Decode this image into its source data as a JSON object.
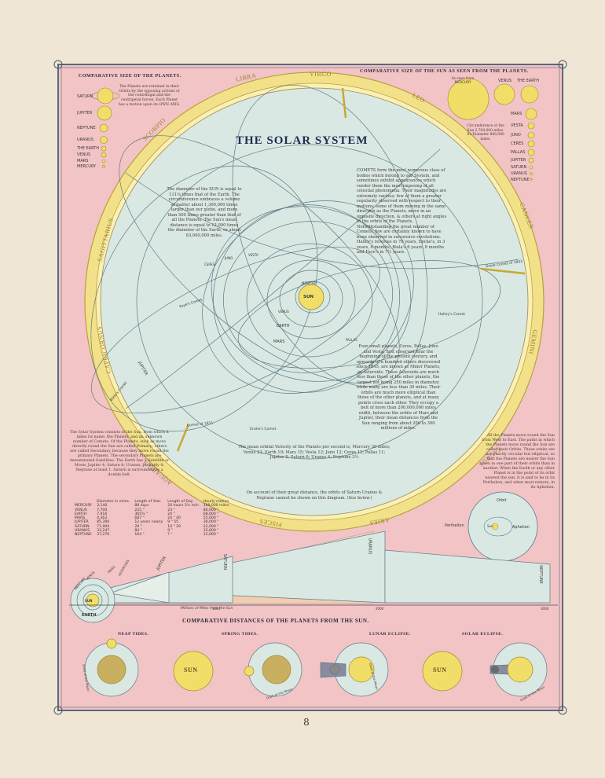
{
  "title": "THE SOLAR SYSTEM",
  "headers": {
    "size_of_planets": "COMPARATIVE SIZE OF THE PLANETS.",
    "size_of_sun": "COMPARATIVE SIZE OF THE SUN AS SEEN FROM THE PLANETS.",
    "distances": "COMPARATIVE DISTANCES OF THE PLANETS FROM THE SUN."
  },
  "planet_size_list": [
    "SATURN",
    "JUPITER",
    "NEPTUNE",
    "URANUS",
    "THE EARTH",
    "VENUS",
    "MARS",
    "MERCURY"
  ],
  "sun_size_labels": [
    "As seen from MERCURY",
    "VENUS",
    "THE EARTH",
    "MARS",
    "VESTA",
    "JUNO",
    "CERES",
    "PALLAS",
    "JUPITER",
    "SATURN",
    "URANUS",
    "NEPTUNE"
  ],
  "sun_size_note": "Circumference of the Sun 2,764,000 miles. Its Diameter 888,000 miles.",
  "planets_note": "The Planets are retained in their Orbits by the opposing actions of the centrifugal and the centripetal forces. Each Planet has a motion upon its OWN AXIS.",
  "zodiac": [
    "LIBRA",
    "VIRGO",
    "LEO",
    "CANCER",
    "GEMINI",
    "TAURUS",
    "ARIES",
    "PISCES",
    "AQUARIUS",
    "CAPRICORNUS",
    "SAGITTARIUS",
    "SCORPIO"
  ],
  "orbit_labels": {
    "sun": "SUN",
    "mercury": "MERCURY",
    "venus": "VENUS",
    "earth": "EARTH",
    "mars": "MARS",
    "vesta": "VESTA",
    "juno": "JUNO",
    "ceres": "CERES",
    "pallas": "PALLAS",
    "jupiter": "JUPITER",
    "fayes_comet": "Faye's Comet",
    "halleys_comet": "Halley's Comet",
    "enckes_comet": "Encke's Comet",
    "bielas_comet": "Biela's Comet",
    "great_comet": "Great Comet of 1843",
    "comet_1811": "Comet of 1811"
  },
  "sun_paragraph": "The diameter of the SUN is equal to 111⅛ times that of the Earth. The circumference embraces a volume of matter about 1,300,000 times larger than our globe, and more than 500 times greater than that of all the Planets. The Sun's mean distance is equal to 12,000 times the diameter of the Earth, or about 93,000,000 miles.",
  "comets_paragraph": "COMETS form the most numerous class of bodies which belong to our System, and sometimes exhibit appearances which render them the most imposing of all celestial phenomena. Their magnitudes are extremely various; few of them a greater regularity observed with respect to their motions; some of them moving in the same direction as the Planets, move in an opposite direction, & others at right angles to the orbits of the Planets. Notwithstanding the great number of Comets, few are certainly known to have been observed in successive revolutions. Halley's revolves in 76 years, Encke's, in 3 years, 4 months, Biela's 6 years, 8 months and Faye's in 7½ years.",
  "asteroids_paragraph": "Four small planets, Ceres, Pallas, Juno and Vesta, first observed near the beginning of the present century, and upwards of a hundred others discovered since 1845, are known as Minor Planets, or Asteroids. These Asteroids are much less than those of the other planets, the largest not being 250 miles in diameter, while many are less than 30 miles. Their orbits are much more elliptical than those of the other planets, and at many points cross each other. They occupy a belt of more than 200,000,000 miles width, between the orbits of Mars and Jupiter, their mean distances from the Sun ranging from about 200 to 300 millions of miles.",
  "velocity_paragraph": "The mean orbital Velocity of the Planets per second is, Mercury 30 miles; Venus 23, Earth 19; Mars 15; Vesta 12; Juno 12; Ceres 12; Pallas 11; Jupiter 8; Saturn 6; Uranus 4; Neptune 3½",
  "orbits_note": "On account of their great distance, the orbits of Saturn Uranus & Neptune cannot be shown on this diagram. (See below.)",
  "left_paragraph": "The Solar System consists of the Sun, from which it takes its name, the Planets, and an unknown number of Comets. Of the Planets, such as move directly round the Sun are called Primary; others are called Secondary, because they move round the primary Planets. The secondary Planets are denominated Satellites. The Earth has 1 Satellite or Moon; Jupiter 4; Saturn 8; Uranus, probably 8; Neptune at least 1. Saturn is surrounded by a double belt.",
  "right_paragraph": "All the Planets move round the Sun from West to East. The paths in which the Planets move round the Sun are called their Orbits. These orbits are not exactly circular but elliptical, so that the Planets are nearer the Sun when in one part of their orbits than in another. When the Earth or any other Planet is in the point of its orbit nearest the sun, it is said to be in its Perihelion, and when most remote, in its Aphelion.",
  "table": {
    "headers": [
      "",
      "Diameter in miles.",
      "Length of Year.",
      "Length of Day",
      "Hourly motion."
    ],
    "rows": [
      [
        "MERCURY",
        "3,140",
        "88 days",
        "24 hours 5½ m/n",
        "109,000 miles"
      ],
      [
        "VENUS",
        "7,700",
        "225 \"",
        "23 \"",
        "80,000 \""
      ],
      [
        "EARTH",
        "7,916",
        "365¼ \"",
        "24 \"",
        "68,000 \""
      ],
      [
        "MARS",
        "4,363",
        "687 \"",
        "24 \" 40",
        "55,000 \""
      ],
      [
        "JUPITER",
        "85,390",
        "12 years nearly",
        "9 \" 55",
        "30,000 \""
      ],
      [
        "SATURN",
        "71,904",
        "29 \"",
        "10 \" 29",
        "22,000 \""
      ],
      [
        "URANUS",
        "33,247",
        "84 \"",
        "9 \"",
        "15,000 \""
      ],
      [
        "NEPTUNE",
        "37,276",
        "164 \"",
        "? \"",
        "12,000 \""
      ]
    ]
  },
  "orbit_diagram": {
    "orbit": "Orbit",
    "perihelion": "Perihelion",
    "aphelion": "Aphelion",
    "sun": "Sun"
  },
  "distance_planets": [
    "MERCURY",
    "VENUS",
    "EARTH",
    "MARS",
    "ASTEROIDS",
    "JUPITER",
    "SATURN",
    "URANUS",
    "NEPTUNE"
  ],
  "distance_ticks": [
    "1000",
    "2000",
    "3000"
  ],
  "distance_axis": "Millions of Miles from the Sun",
  "distance_sun": "SUN",
  "tides": [
    {
      "label": "NEAP TIDES.",
      "orbit": "Orbit of the Moon"
    },
    {
      "label": "SPRING TIDES.",
      "orbit": "Orbit of the Moon"
    },
    {
      "label": "LUNAR ECLIPSE.",
      "orbit": "Orbit of the Moon"
    },
    {
      "label": "SOLAR ECLIPSE.",
      "orbit": "Orbit of the Moon"
    }
  ],
  "sun_disk_label": "SUN",
  "page_number": "8",
  "colors": {
    "paper": "#efe6d6",
    "pink": "#f2c4c6",
    "ring": "#f3e18a",
    "disk": "#d9e8e3",
    "orbit": "#5d7a86",
    "gold": "#f1de68"
  }
}
